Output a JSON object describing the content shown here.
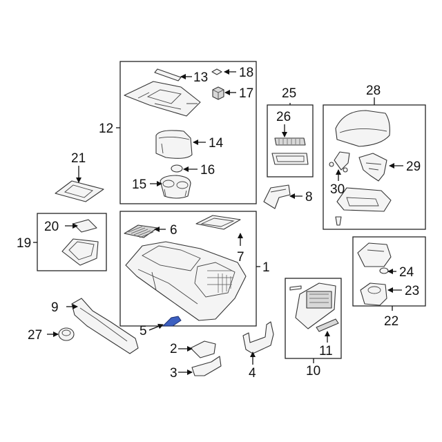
{
  "callouts": [
    {
      "id": "c1",
      "label": "1"
    },
    {
      "id": "c2",
      "label": "2"
    },
    {
      "id": "c3",
      "label": "3"
    },
    {
      "id": "c4",
      "label": "4"
    },
    {
      "id": "c5",
      "label": "5"
    },
    {
      "id": "c6",
      "label": "6"
    },
    {
      "id": "c7",
      "label": "7"
    },
    {
      "id": "c8",
      "label": "8"
    },
    {
      "id": "c9",
      "label": "9"
    },
    {
      "id": "c10",
      "label": "10"
    },
    {
      "id": "c11",
      "label": "11"
    },
    {
      "id": "c12",
      "label": "12"
    },
    {
      "id": "c13",
      "label": "13"
    },
    {
      "id": "c14",
      "label": "14"
    },
    {
      "id": "c15",
      "label": "15"
    },
    {
      "id": "c16",
      "label": "16"
    },
    {
      "id": "c17",
      "label": "17"
    },
    {
      "id": "c18",
      "label": "18"
    },
    {
      "id": "c19",
      "label": "19"
    },
    {
      "id": "c20",
      "label": "20"
    },
    {
      "id": "c21",
      "label": "21"
    },
    {
      "id": "c22",
      "label": "22"
    },
    {
      "id": "c23",
      "label": "23"
    },
    {
      "id": "c24",
      "label": "24"
    },
    {
      "id": "c25",
      "label": "25"
    },
    {
      "id": "c26",
      "label": "26"
    },
    {
      "id": "c27",
      "label": "27"
    },
    {
      "id": "c28",
      "label": "28"
    },
    {
      "id": "c29",
      "label": "29"
    },
    {
      "id": "c30",
      "label": "30"
    }
  ],
  "highlight_color": "#3c5fc0",
  "highlighted_part": "5"
}
